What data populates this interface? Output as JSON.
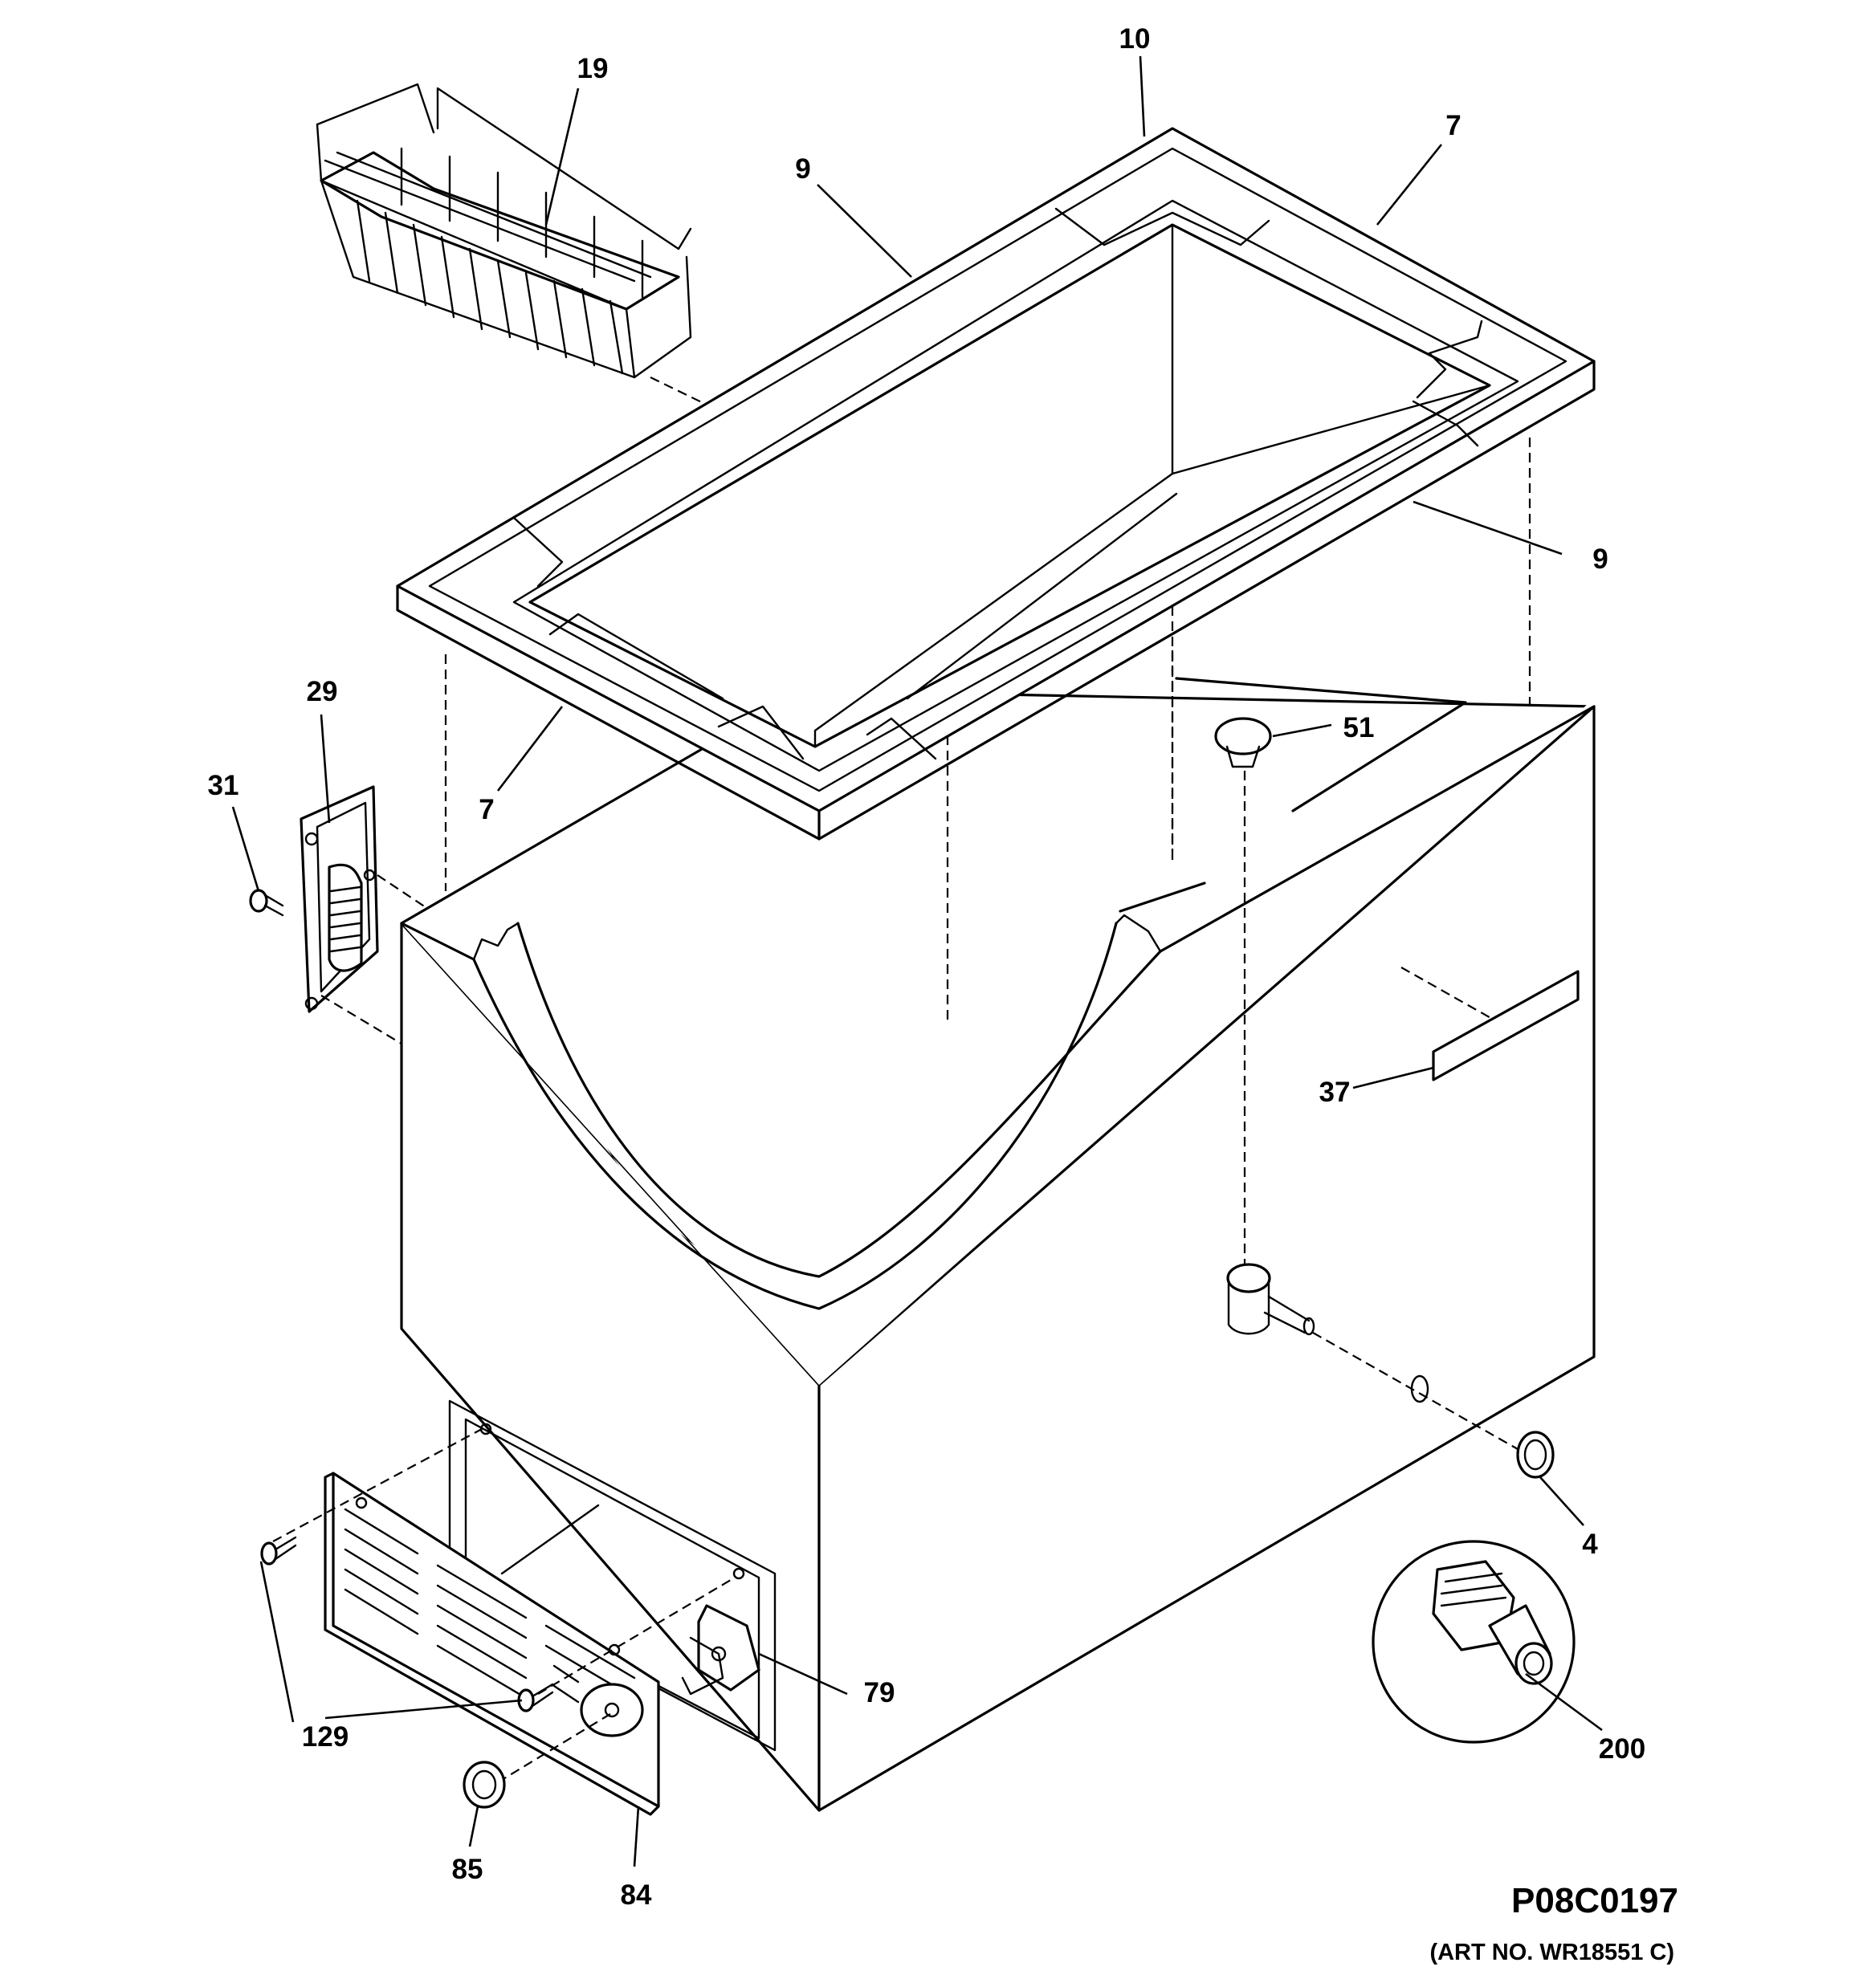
{
  "diagram": {
    "callouts": [
      {
        "id": "basket",
        "label": "19"
      },
      {
        "id": "gasket-corner-top",
        "label": "10"
      },
      {
        "id": "gasket-rear-right",
        "label": "7"
      },
      {
        "id": "gasket-left",
        "label": "9"
      },
      {
        "id": "gasket-right",
        "label": "9"
      },
      {
        "id": "gasket-front-left",
        "label": "7"
      },
      {
        "id": "hinge",
        "label": "29"
      },
      {
        "id": "hinge-screw",
        "label": "31"
      },
      {
        "id": "drain-plug",
        "label": "51"
      },
      {
        "id": "nameplate",
        "label": "37"
      },
      {
        "id": "drain-cap",
        "label": "4"
      },
      {
        "id": "switch",
        "label": "79"
      },
      {
        "id": "grille-screws",
        "label": "129"
      },
      {
        "id": "drain-fitting-detail",
        "label": "200"
      },
      {
        "id": "thermostat-knob",
        "label": "85"
      },
      {
        "id": "grille",
        "label": "84"
      }
    ],
    "diagram_code": "P08C0197",
    "art_number": "(ART NO. WR18551 C)"
  }
}
